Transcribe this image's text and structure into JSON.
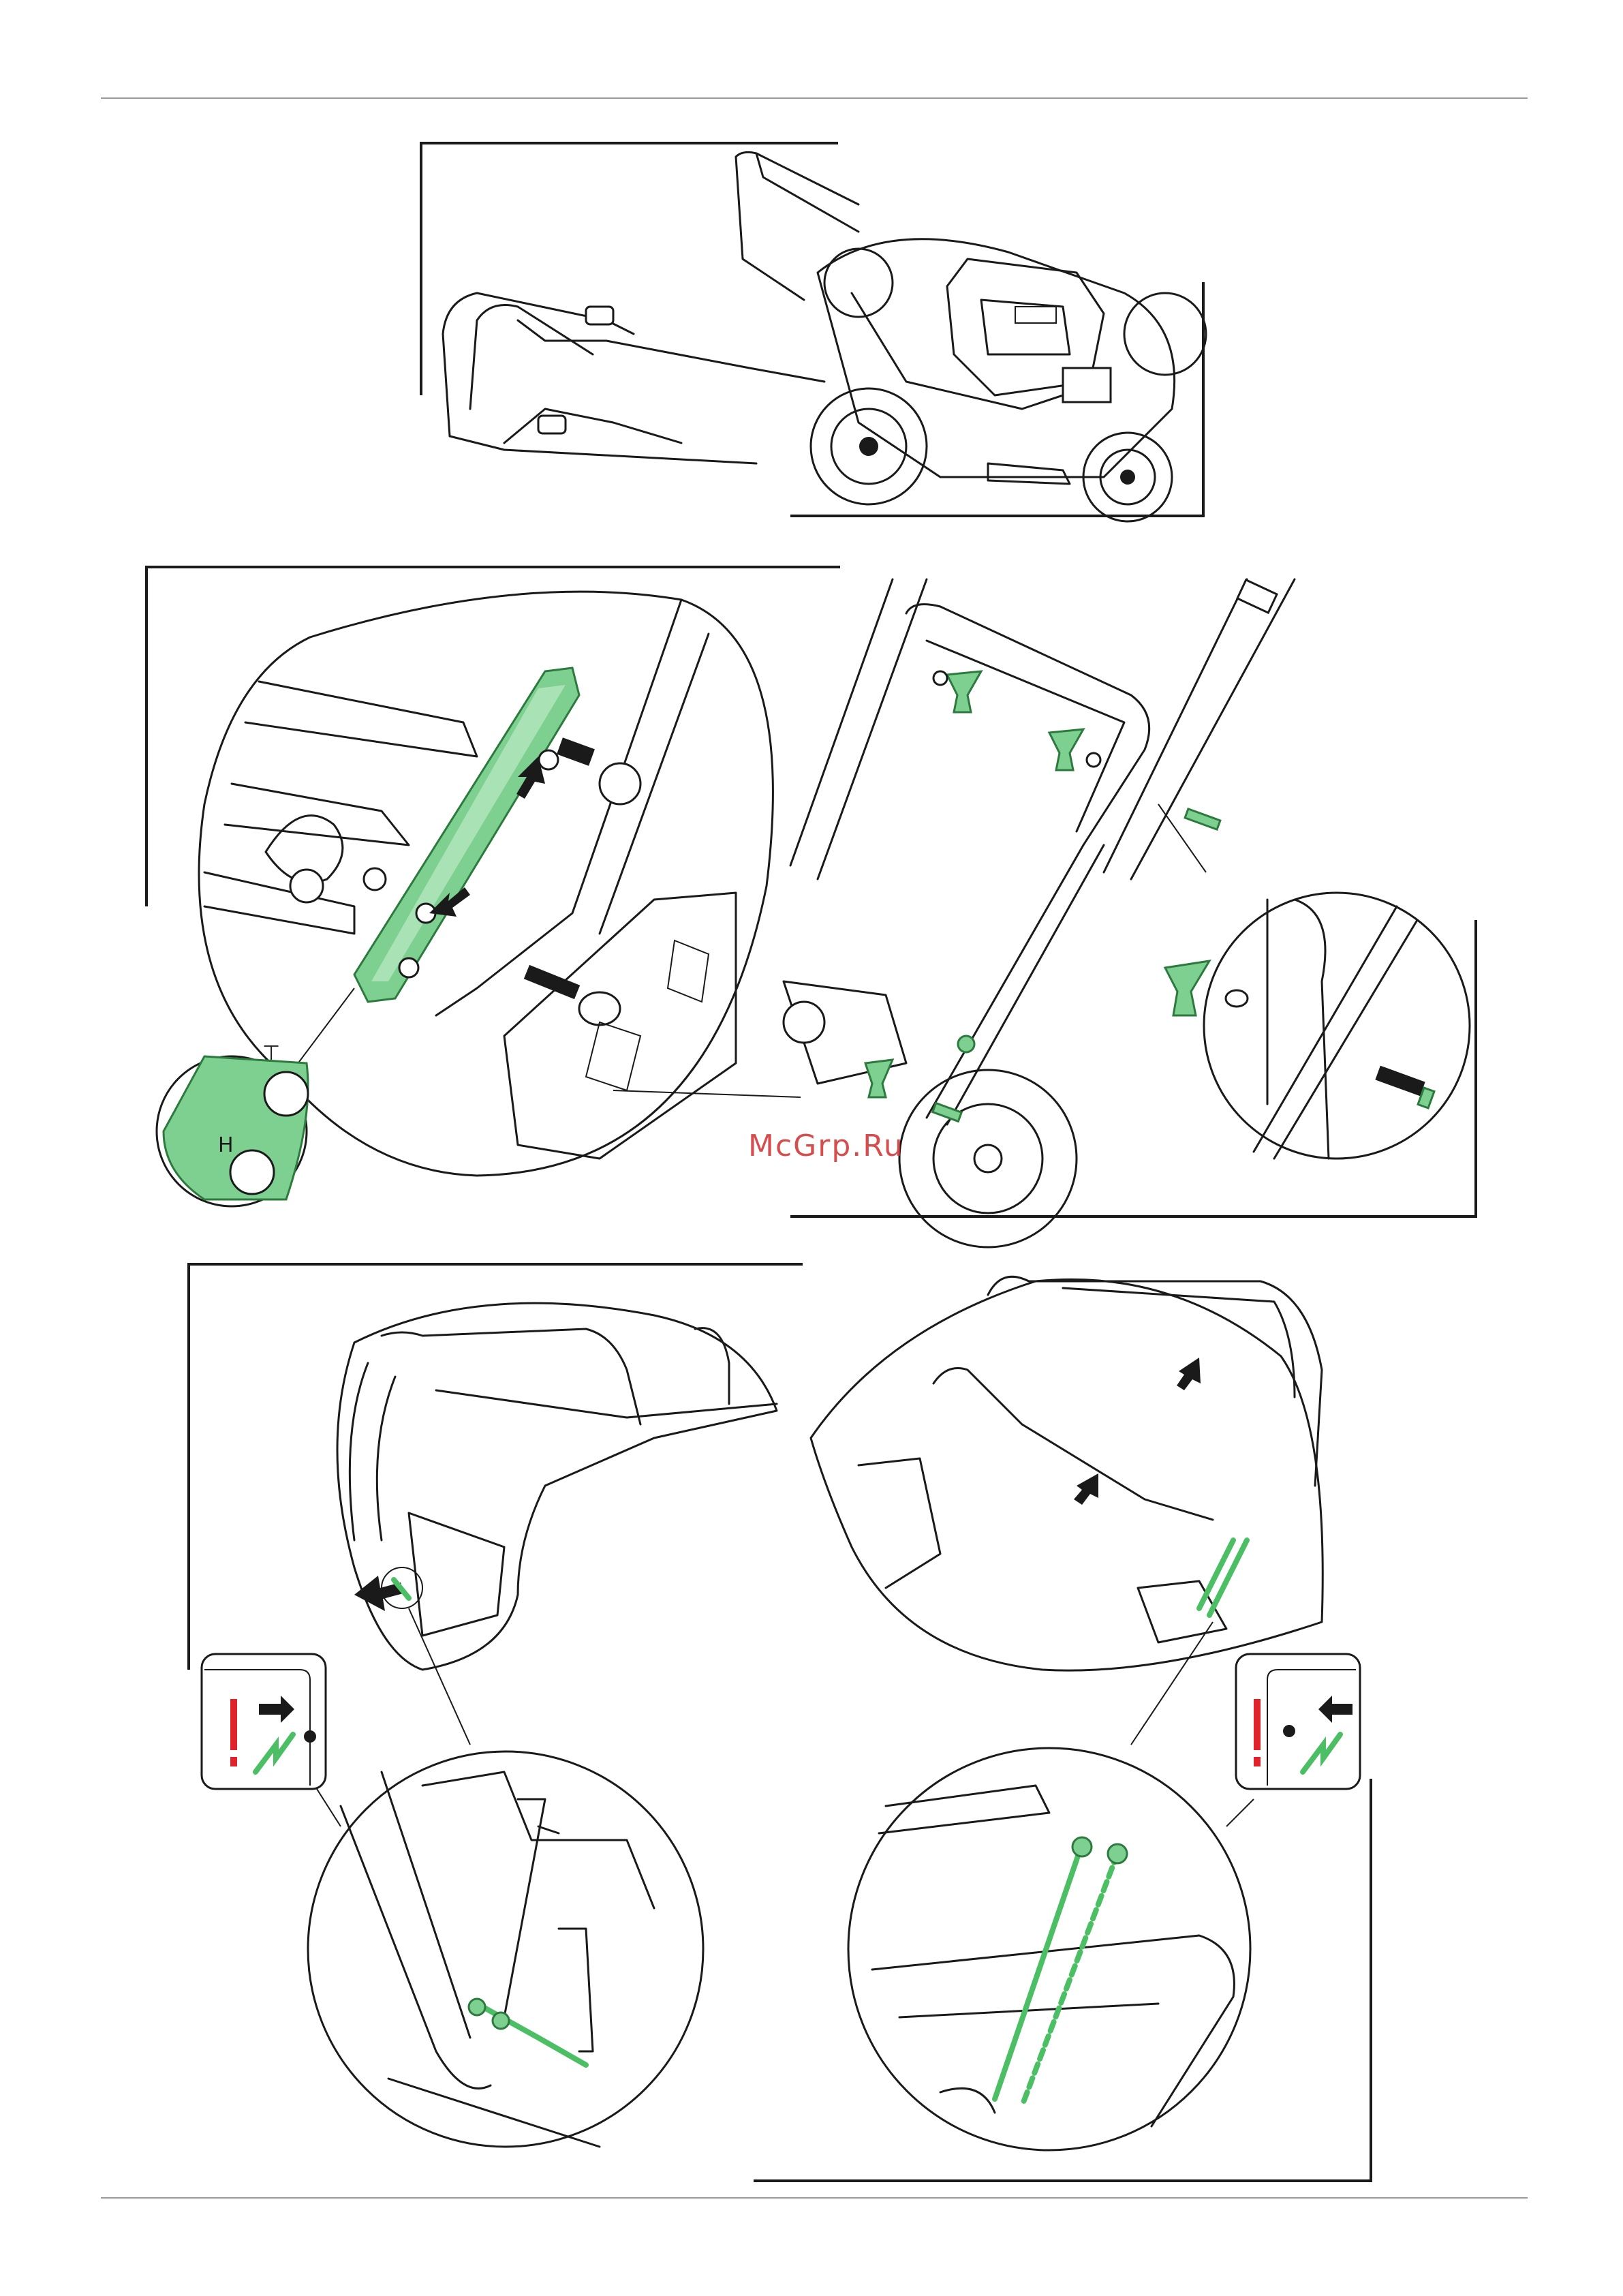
{
  "document": {
    "watermark": "McGrp.Ru",
    "colors": {
      "line": "#1a1a1a",
      "part_highlight": "#7dd08f",
      "part_highlight_dark": "#3fa857",
      "warning_red": "#e0232b",
      "rule_gray": "#9a9a9a"
    },
    "figures": [
      {
        "name": "lawnmower-overview",
        "description_icon": "lawnmower-drawing"
      },
      {
        "name": "handle-bracket-detail",
        "description_icon": "bracket-plate-drawing"
      },
      {
        "name": "lower-handle-mount",
        "description_icon": "handle-knobs-drawing"
      },
      {
        "name": "cable-clip-left",
        "description_icon": "cable-clip-drawing"
      },
      {
        "name": "cable-clip-right",
        "description_icon": "cable-route-drawing"
      }
    ],
    "warning_icons": [
      {
        "name": "warning-left",
        "symbol": "!"
      },
      {
        "name": "warning-right",
        "symbol": "!"
      }
    ]
  }
}
